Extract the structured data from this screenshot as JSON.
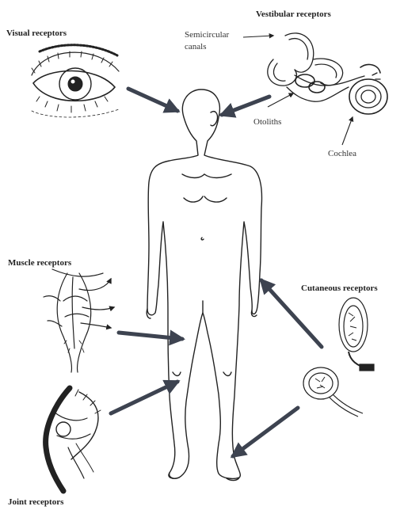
{
  "labels": {
    "visual": "Visual receptors",
    "vestibular": "Vestibular receptors",
    "semicircular_line1": "Semicircular",
    "semicircular_line2": "canals",
    "otoliths": "Otoliths",
    "cochlea": "Cochlea",
    "muscle": "Muscle receptors",
    "cutaneous": "Cutaneous receptors",
    "joint": "Joint receptors"
  },
  "colors": {
    "ink": "#222222",
    "arrow": "#3d4350"
  }
}
